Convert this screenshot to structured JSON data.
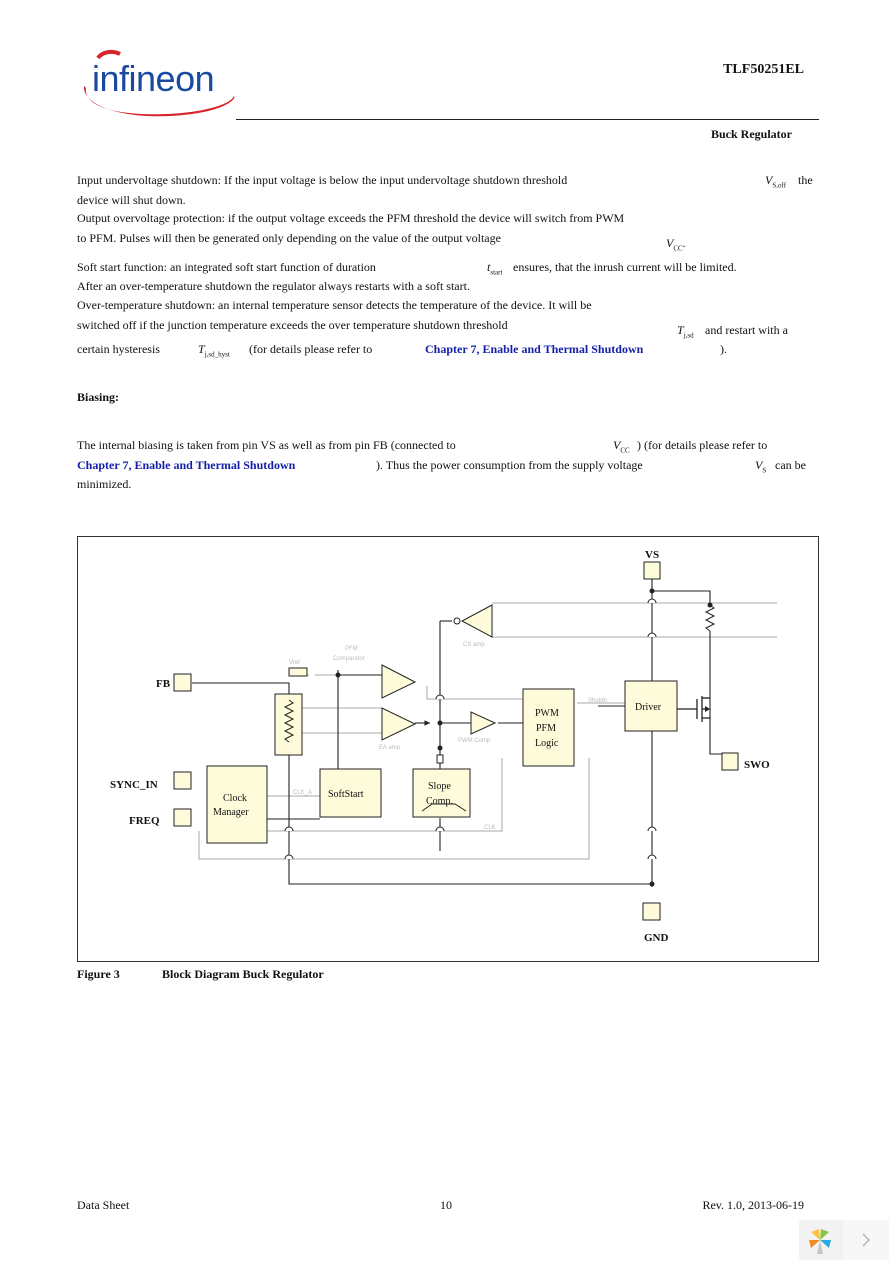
{
  "header": {
    "logo_text": "infineon",
    "product_code": "TLF50251EL",
    "subtitle": "Buck Regulator"
  },
  "body": {
    "p1_line1": "Input undervoltage shutdown: If the input voltage is below the input undervoltage shutdown threshold",
    "p1_sym": "V",
    "p1_sym_sub": "S,off",
    "p1_end": "the",
    "p1_line2": "device will shut down.",
    "p2_line1": "Output overvoltage protection: if the output voltage exceeds the PFM threshold the device will switch from PWM",
    "p2_line2": "to PFM. Pulses will then be generated only depending on the value of the output voltage",
    "p2_sym": "V",
    "p2_sym_sub": "CC",
    "p2_end": ".",
    "p3_line1_a": "Soft start function: an integrated soft start function of duration",
    "p3_sym": "t",
    "p3_sym_sub": "start",
    "p3_line1_b": "ensures, that the inrush current will be limited.",
    "p3_line2": "After an over-temperature shutdown the regulator always restarts with a soft start.",
    "p4_line1": "Over-temperature shutdown: an internal temperature sensor detects the temperature of the device. It will be",
    "p4_line2": "switched off if the junction temperature exceeds the over temperature shutdown threshold",
    "p4_sym1": "T",
    "p4_sym1_sub": "j,sd",
    "p4_line2_end": "and restart with a",
    "p4_line3_a": "certain hysteresis",
    "p4_sym2": "T",
    "p4_sym2_sub": "j,sd_hyst",
    "p4_line3_b": "(for details please refer to",
    "p4_link": "Chapter 7, Enable and Thermal Shutdown",
    "p4_line3_end": ").",
    "biasing_heading": "Biasing:",
    "p5_line1_a": "The internal biasing is taken from pin VS as well as from pin FB (connected to",
    "p5_sym1": "V",
    "p5_sym1_sub": "CC",
    "p5_line1_b": ") (for details please refer to",
    "p5_link": "Chapter 7, Enable and Thermal Shutdown",
    "p5_line2_b": "). Thus the power consumption from the supply voltage",
    "p5_sym2": "V",
    "p5_sym2_sub": "S",
    "p5_line2_end": "can be",
    "p5_line3": "minimized."
  },
  "diagram": {
    "pins": {
      "vs": "VS",
      "fb": "FB",
      "sync_in": "SYNC_IN",
      "freq": "FREQ",
      "swo": "SWO",
      "gnd": "GND"
    },
    "blocks": {
      "pwm_logic": [
        "PWM",
        "PFM",
        "Logic"
      ],
      "driver": "Driver",
      "clock_manager": [
        "Clock",
        "Manager"
      ],
      "soft_start": "SoftStart",
      "slope_comp": [
        "Slope",
        "Comp."
      ]
    },
    "gray_labels": {
      "vref": "Vref",
      "pfm_comparator": [
        "PFM",
        "Comparator"
      ],
      "cs_amp": "CS amp",
      "ea_amp": "EA amp",
      "pwm_comp": "PWM Comp",
      "shutdn": "Shutdn",
      "clk_a": "CLK_A",
      "clk": "CLK"
    }
  },
  "figure": {
    "number": "Figure 3",
    "title": "Block Diagram Buck Regulator"
  },
  "footer": {
    "left": "Data Sheet",
    "page": "10",
    "revision": "Rev. 1.0, 2013-06-19"
  },
  "colors": {
    "brand_blue": "#1a4aa0",
    "brand_red": "#d8232a",
    "link_blue": "#1520a8",
    "block_fill": "#fdfbd9"
  }
}
